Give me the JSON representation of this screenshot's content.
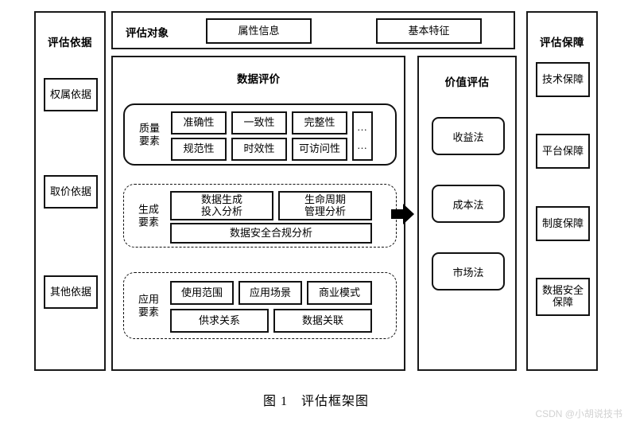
{
  "figure": {
    "caption": "图 1　评估框架图",
    "watermark": "CSDN @小胡说技书"
  },
  "left_column": {
    "title": "评估依据",
    "items": [
      {
        "label": "权属依据"
      },
      {
        "label": "取价依据"
      },
      {
        "label": "其他依据"
      }
    ]
  },
  "top_bar": {
    "label": "评估对象",
    "boxes": [
      {
        "label": "属性信息"
      },
      {
        "label": "基本特征"
      }
    ]
  },
  "data_evaluation": {
    "title": "数据评价",
    "groups": [
      {
        "label": "质量\n要素",
        "label_line1": "质量",
        "label_line2": "要素",
        "style": "solid",
        "row1": [
          {
            "label": "准确性"
          },
          {
            "label": "一致性"
          },
          {
            "label": "完整性"
          }
        ],
        "row2": [
          {
            "label": "规范性"
          },
          {
            "label": "时效性"
          },
          {
            "label": "可访问性"
          }
        ],
        "more": {
          "line1": "...",
          "line2": "..."
        }
      },
      {
        "label_line1": "生成",
        "label_line2": "要素",
        "style": "dashed",
        "row1": [
          {
            "line1": "数据生成",
            "line2": "投入分析"
          },
          {
            "line1": "生命周期",
            "line2": "管理分析"
          }
        ],
        "row2": [
          {
            "label": "数据安全合规分析"
          }
        ]
      },
      {
        "label_line1": "应用",
        "label_line2": "要素",
        "style": "dashed",
        "row1": [
          {
            "label": "使用范围"
          },
          {
            "label": "应用场景"
          },
          {
            "label": "商业模式"
          }
        ],
        "row2": [
          {
            "label": "供求关系"
          },
          {
            "label": "数据关联"
          }
        ]
      }
    ]
  },
  "flow": {
    "arrow_direction": "right"
  },
  "value_column": {
    "title": "价值评估",
    "items": [
      {
        "label": "收益法"
      },
      {
        "label": "成本法"
      },
      {
        "label": "市场法"
      }
    ]
  },
  "right_column": {
    "title": "评估保障",
    "items": [
      {
        "label": "技术保障"
      },
      {
        "label": "平台保障"
      },
      {
        "label": "制度保障"
      },
      {
        "line1": "数据安全",
        "line2": "保障"
      }
    ]
  },
  "colors": {
    "border": "#111111",
    "background": "#ffffff",
    "watermark": "#d2d2d2"
  }
}
